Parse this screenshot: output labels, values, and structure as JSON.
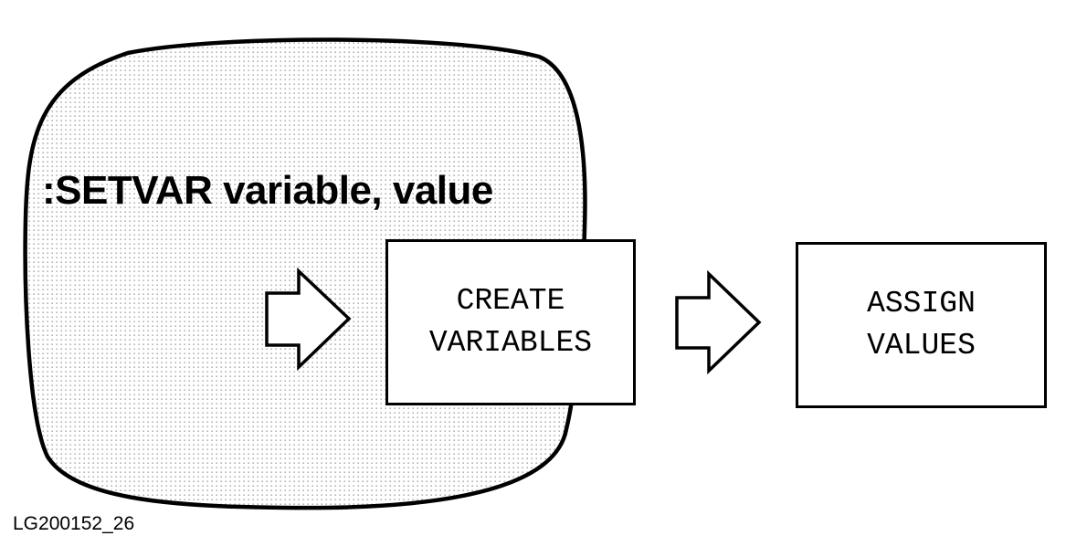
{
  "screen": {
    "command": ":SETVAR variable, value"
  },
  "steps": [
    {
      "line1": "CREATE",
      "line2": "VARIABLES"
    },
    {
      "line1": "ASSIGN",
      "line2": "VALUES"
    }
  ],
  "figure_id": "LG200152_26",
  "colors": {
    "ink": "#000000",
    "paper": "#ffffff",
    "screen_dots": "#8a8a8a"
  },
  "icons": [
    "screen-shape",
    "right-arrow-icon",
    "right-arrow-icon"
  ]
}
